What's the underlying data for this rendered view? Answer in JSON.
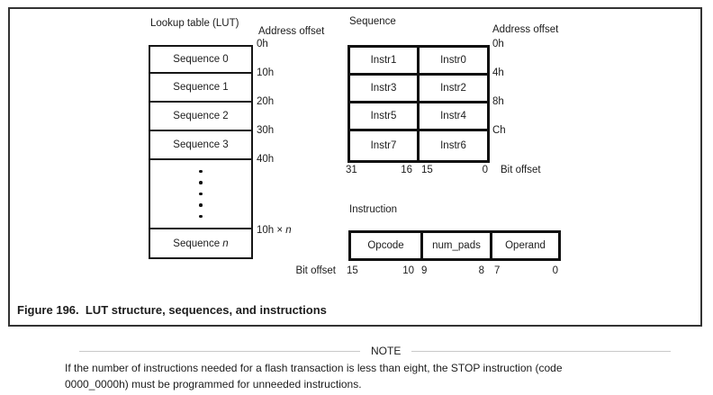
{
  "figure": {
    "caption": "Figure 196.  LUT structure, sequences, and instructions",
    "lut": {
      "title": "Lookup table (LUT)",
      "address_offset_label": "Address offset",
      "rows": [
        "Sequence 0",
        "Sequence 1",
        "Sequence 2",
        "Sequence 3"
      ],
      "last_row": {
        "prefix": "Sequence ",
        "var": "n"
      },
      "offsets": [
        "0h",
        "10h",
        "20h",
        "30h",
        "40h"
      ],
      "last_offset": {
        "prefix": "10h × ",
        "var": "n"
      }
    },
    "sequence": {
      "title": "Sequence",
      "address_offset_label": "Address offset",
      "rows": [
        {
          "left": "Instr1",
          "right": "Instr0"
        },
        {
          "left": "Instr3",
          "right": "Instr2"
        },
        {
          "left": "Instr5",
          "right": "Instr4"
        },
        {
          "left": "Instr7",
          "right": "Instr6"
        }
      ],
      "offsets": [
        "0h",
        "4h",
        "8h",
        "Ch"
      ],
      "bits": {
        "b31": "31",
        "b16": "16",
        "b15": "15",
        "b0": "0"
      },
      "bit_offset_label": "Bit offset"
    },
    "instruction": {
      "title": "Instruction",
      "fields": [
        "Opcode",
        "num_pads",
        "Operand"
      ],
      "bit_offset_label": "Bit offset",
      "bits": {
        "b15": "15",
        "b10": "10",
        "b9": "9",
        "b8": "8",
        "b7": "7",
        "b0": "0"
      }
    }
  },
  "note": {
    "label": "NOTE",
    "line1": "If the number of instructions needed for a flash transaction is less than eight, the STOP instruction (code",
    "line2": "0000_0000h) must be programmed for unneeded instructions."
  },
  "colors": {
    "text": "#1c1c1c",
    "table_border": "#101010",
    "frame_border": "#333333",
    "note_rule": "#c9c9c9"
  }
}
